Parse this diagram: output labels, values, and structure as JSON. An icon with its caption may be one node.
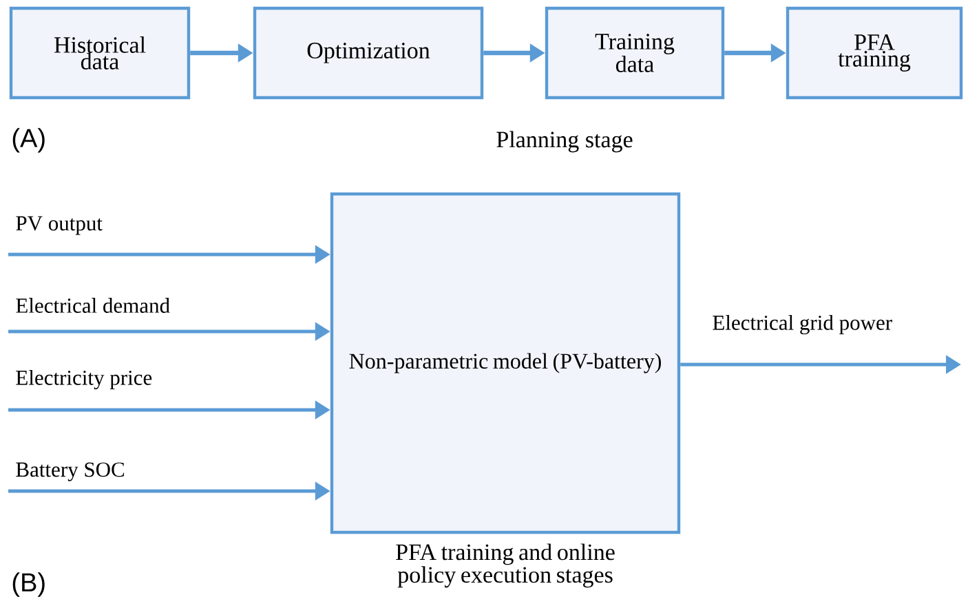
{
  "diagram": {
    "nodes": [
      {
        "text": [
          "Historical data"
        ]
      },
      {
        "text": [
          "Optimization"
        ]
      },
      {
        "text": [
          "Training data"
        ]
      },
      {
        "text": [
          "PFA training"
        ]
      },
      {
        "text": [
          "Non-parametric model (PV-battery)"
        ],
        "beside": [
          "PFA training and online policy execution stages"
        ]
      }
    ],
    "edges": [
      {
        "from": 0,
        "to": 1,
        "arrow": "to"
      },
      {
        "from": 1,
        "to": 2,
        "arrow": "to"
      },
      {
        "from": 2,
        "to": 3,
        "arrow": "to"
      },
      {
        "from": null,
        "to": 4,
        "arrow": "to",
        "label": "PV output"
      },
      {
        "from": null,
        "to": 4,
        "arrow": "to",
        "label": "Electrical demand"
      },
      {
        "from": null,
        "to": 4,
        "arrow": "to",
        "label": "Electricity price"
      },
      {
        "from": null,
        "to": 4,
        "arrow": "to",
        "label": "Battery SOC"
      },
      {
        "from": 4,
        "to": null,
        "arrow": "to",
        "label": "Electrical grid power"
      }
    ],
    "labels": [
      "(A)",
      "Planning stage",
      "(B)"
    ]
  }
}
